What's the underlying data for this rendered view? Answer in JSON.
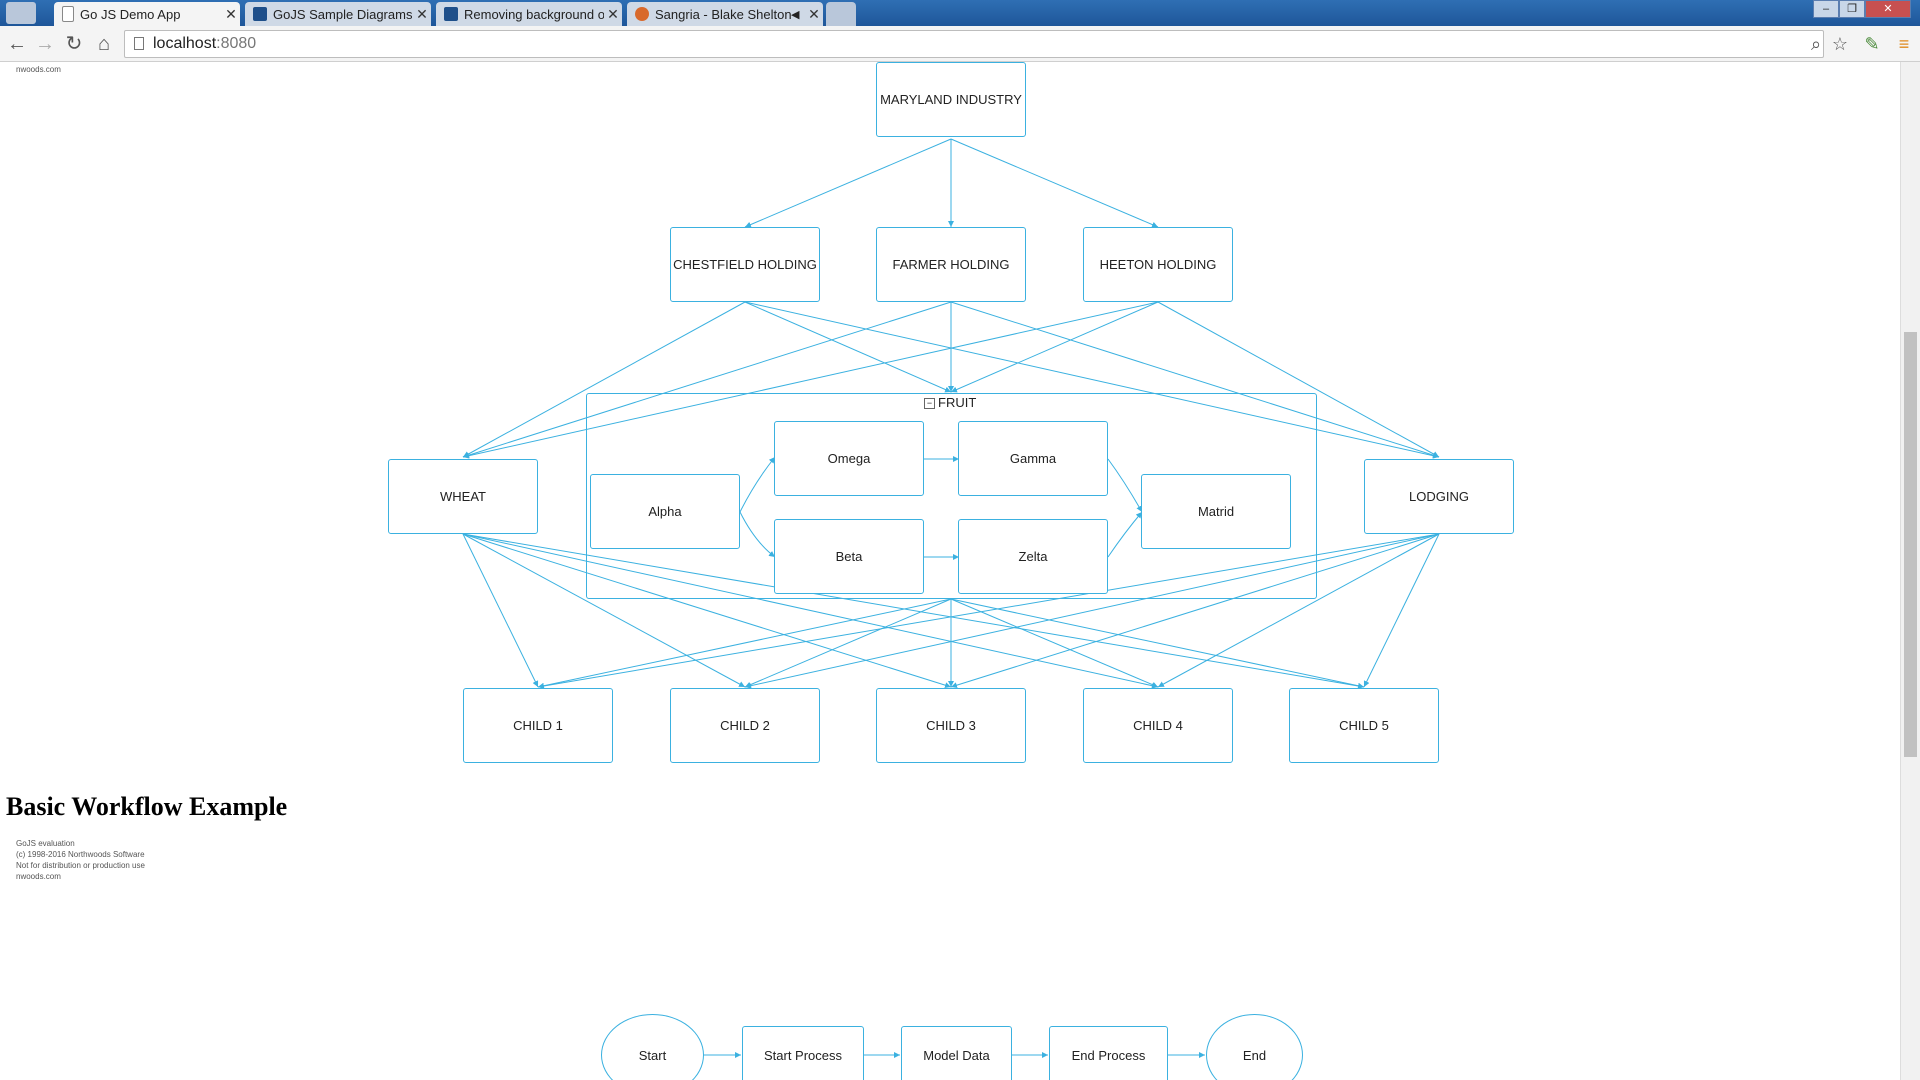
{
  "browser": {
    "tabs": [
      {
        "label": "Go JS Demo App",
        "active": true
      },
      {
        "label": "GoJS Sample Diagrams for",
        "active": false
      },
      {
        "label": "Removing background on",
        "active": false
      },
      {
        "label": "Sangria - Blake Shelton",
        "active": false
      }
    ],
    "address": {
      "host": "localhost",
      "port": ":8080"
    }
  },
  "watermark_top": "nwoods.com",
  "diagram1": {
    "nodes": {
      "maryland": "MARYLAND INDUSTRY",
      "chestfield": "CHESTFIELD HOLDING",
      "farmer": "FARMER HOLDING",
      "heeton": "HEETON HOLDING",
      "wheat": "WHEAT",
      "lodging": "LODGING",
      "alpha": "Alpha",
      "omega": "Omega",
      "gamma": "Gamma",
      "beta": "Beta",
      "zelta": "Zelta",
      "matrid": "Matrid",
      "child1": "CHILD 1",
      "child2": "CHILD 2",
      "child3": "CHILD 3",
      "child4": "CHILD 4",
      "child5": "CHILD 5"
    },
    "group_title": "FRUIT",
    "link_color": "#3bb1e0"
  },
  "section2": {
    "heading": "Basic Workflow Example",
    "evaluation": [
      "GoJS evaluation",
      "(c) 1998-2016 Northwoods Software",
      "Not for distribution or production use",
      "nwoods.com"
    ],
    "nodes": {
      "start": "Start",
      "start_process": "Start Process",
      "model_data": "Model Data",
      "end_process": "End Process",
      "end": "End"
    }
  }
}
